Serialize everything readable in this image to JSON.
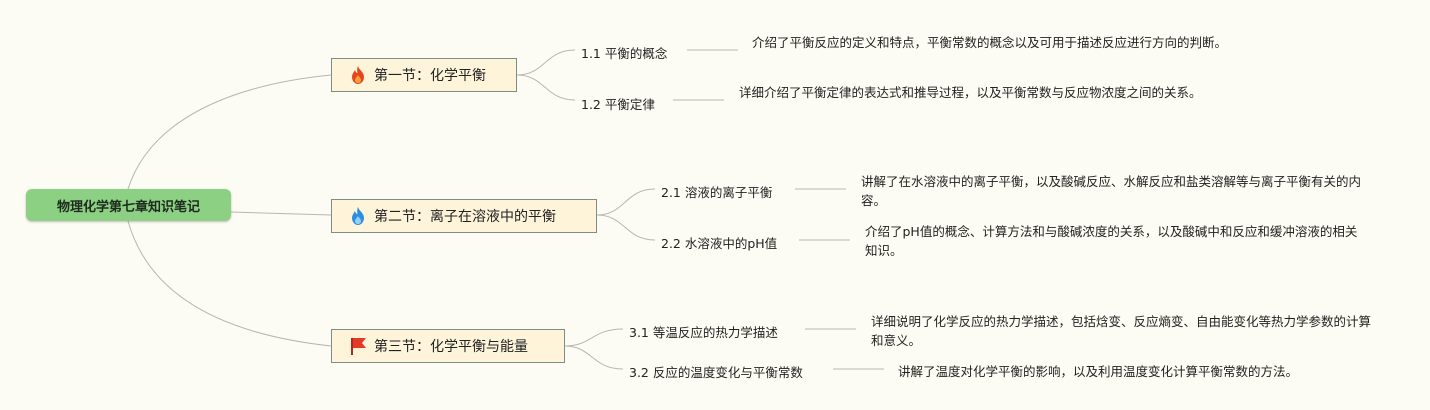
{
  "root": {
    "title": "物理化学第七章知识笔记"
  },
  "sections": [
    {
      "title": "第一节：化学平衡",
      "icon": "fire-red-icon",
      "topics": [
        {
          "label": "1.1 平衡的概念",
          "desc": "介绍了平衡反应的定义和特点，平衡常数的概念以及可用于描述反应进行方向的判断。"
        },
        {
          "label": "1.2 平衡定律",
          "desc": "详细介绍了平衡定律的表达式和推导过程，以及平衡常数与反应物浓度之间的关系。"
        }
      ]
    },
    {
      "title": "第二节：离子在溶液中的平衡",
      "icon": "fire-blue-icon",
      "topics": [
        {
          "label": "2.1 溶液的离子平衡",
          "desc": "讲解了在水溶液中的离子平衡，以及酸碱反应、水解反应和盐类溶解等与离子平衡有关的内容。"
        },
        {
          "label": "2.2 水溶液中的pH值",
          "desc": "介绍了pH值的概念、计算方法和与酸碱浓度的关系，以及酸碱中和反应和缓冲溶液的相关知识。"
        }
      ]
    },
    {
      "title": "第三节：化学平衡与能量",
      "icon": "red-flag-icon",
      "topics": [
        {
          "label": "3.1 等温反应的热力学描述",
          "desc": "详细说明了化学反应的热力学描述，包括焓变、反应熵变、自由能变化等热力学参数的计算和意义。"
        },
        {
          "label": "3.2 反应的温度变化与平衡常数",
          "desc": "讲解了温度对化学平衡的影响，以及利用温度变化计算平衡常数的方法。"
        }
      ]
    }
  ]
}
